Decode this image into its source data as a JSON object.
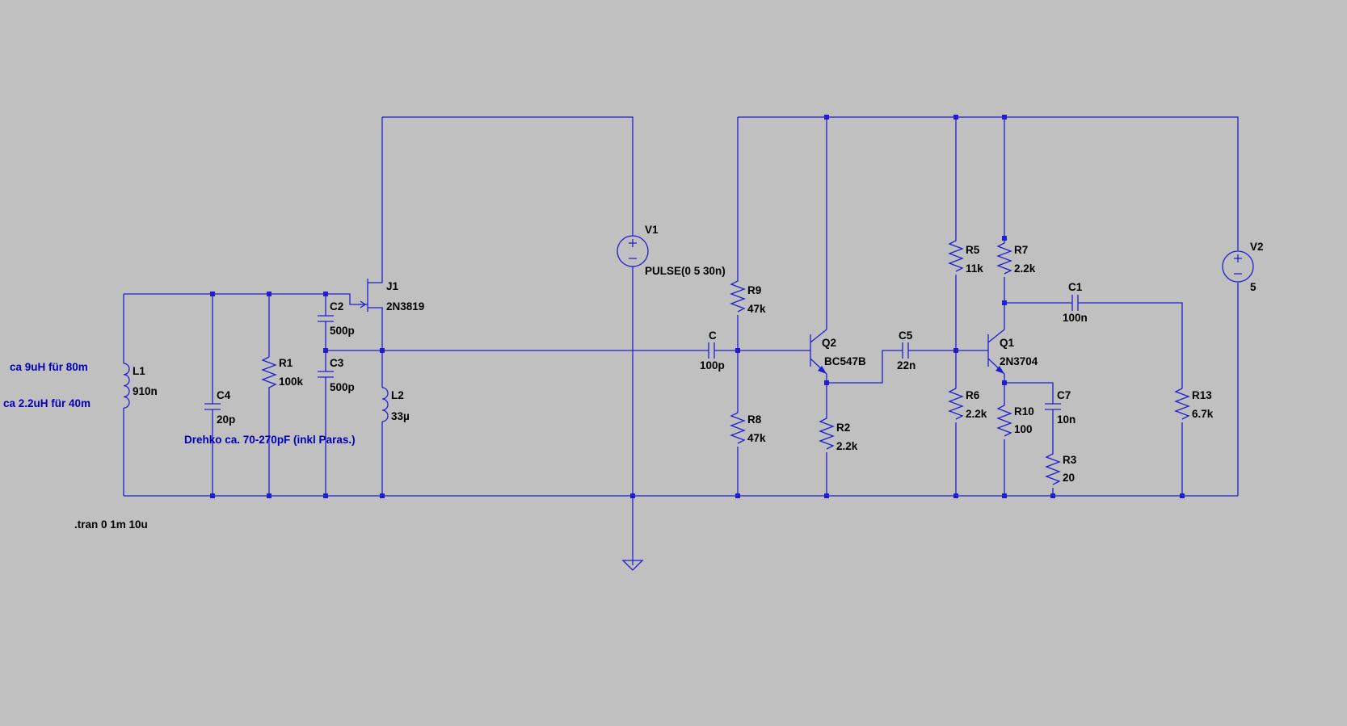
{
  "components": {
    "L1": {
      "name": "L1",
      "value": "910n"
    },
    "L2": {
      "name": "L2",
      "value": "33µ"
    },
    "C4": {
      "name": "C4",
      "value": "20p"
    },
    "R1": {
      "name": "R1",
      "value": "100k"
    },
    "C2": {
      "name": "C2",
      "value": "500p"
    },
    "C3": {
      "name": "C3",
      "value": "500p"
    },
    "J1": {
      "name": "J1",
      "value": "2N3819"
    },
    "V1": {
      "name": "V1",
      "value": "PULSE(0 5 30n)"
    },
    "C": {
      "name": "C",
      "value": "100p"
    },
    "R9": {
      "name": "R9",
      "value": "47k"
    },
    "R8": {
      "name": "R8",
      "value": "47k"
    },
    "Q2": {
      "name": "Q2",
      "value": "BC547B"
    },
    "R2": {
      "name": "R2",
      "value": "2.2k"
    },
    "C5": {
      "name": "C5",
      "value": "22n"
    },
    "R5": {
      "name": "R5",
      "value": "11k"
    },
    "R6": {
      "name": "R6",
      "value": "2.2k"
    },
    "R7": {
      "name": "R7",
      "value": "2.2k"
    },
    "Q1": {
      "name": "Q1",
      "value": "2N3704"
    },
    "C1": {
      "name": "C1",
      "value": "100n"
    },
    "R10": {
      "name": "R10",
      "value": "100"
    },
    "C7": {
      "name": "C7",
      "value": "10n"
    },
    "R3": {
      "name": "R3",
      "value": "20"
    },
    "R13": {
      "name": "R13",
      "value": "6.7k"
    },
    "V2": {
      "name": "V2",
      "value": "5"
    }
  },
  "notes": {
    "note_80m": "ca 9uH für 80m",
    "note_40m": "ca 2.2uH für 40m",
    "drehko": "Drehko ca. 70-270pF (inkl Paras.)",
    "tran": ".tran 0 1m 10u"
  },
  "colors": {
    "wire": "#1f1fd0",
    "background": "#c0c0c0",
    "note": "#0000b8"
  }
}
